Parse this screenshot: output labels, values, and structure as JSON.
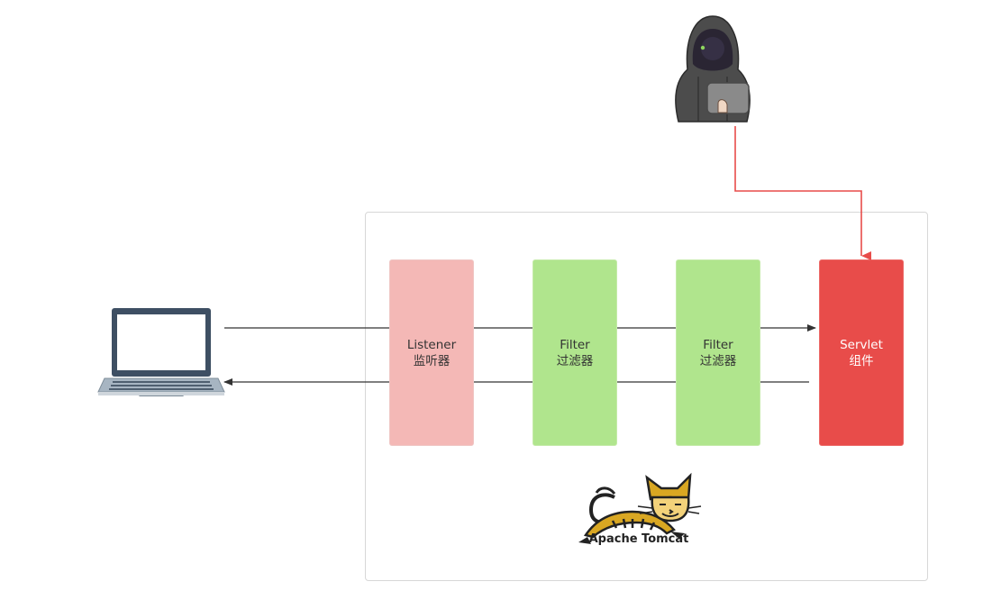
{
  "diagram": {
    "components": [
      {
        "id": "listener",
        "name": "Listener",
        "subtitle": "监听器",
        "color": "#f4b8b6"
      },
      {
        "id": "filter1",
        "name": "Filter",
        "subtitle": "过滤器",
        "color": "#b0e58d"
      },
      {
        "id": "filter2",
        "name": "Filter",
        "subtitle": "过滤器",
        "color": "#b0e58d"
      },
      {
        "id": "servlet",
        "name": "Servlet",
        "subtitle": "组件",
        "color": "#e84c4a"
      }
    ],
    "logo": {
      "text": "Apache Tomcat"
    },
    "icons": {
      "attacker": "hooded-hacker-icon",
      "client": "laptop-icon",
      "server": "tomcat-cat-icon"
    },
    "colors": {
      "request_line": "#333333",
      "attack_line": "#e84c4a",
      "container_border": "#d7d7d7"
    }
  }
}
